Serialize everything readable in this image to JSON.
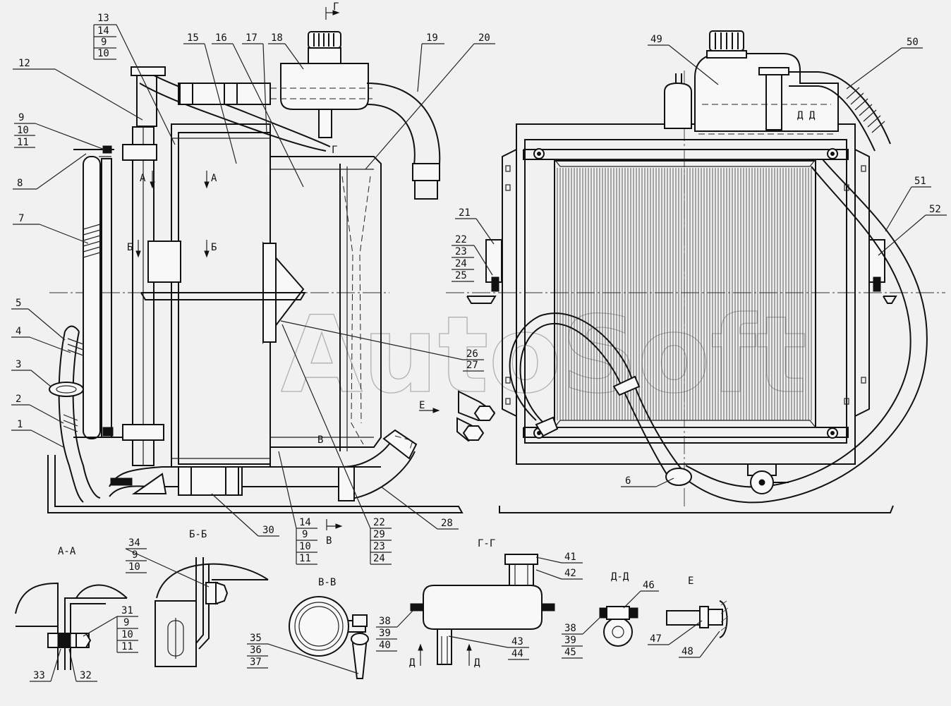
{
  "watermark": "AutoSoft",
  "sections": {
    "g_top": "Г",
    "g_right": "Г",
    "a": "А",
    "b": "Б",
    "v": "В",
    "e": "Е",
    "d": "Д",
    "dd": "Д-Д",
    "d_mark": "Д Д",
    "aa": "А-А",
    "bb": "Б-Б",
    "vv": "В-В",
    "gg": "Г-Г"
  },
  "callouts": [
    {
      "id": "p13",
      "lines": [
        "13",
        "14",
        "9",
        "10"
      ]
    },
    {
      "id": "p12",
      "lines": [
        "12"
      ]
    },
    {
      "id": "p9",
      "lines": [
        "9",
        "10",
        "11"
      ]
    },
    {
      "id": "p8",
      "lines": [
        "8"
      ]
    },
    {
      "id": "p7",
      "lines": [
        "7"
      ]
    },
    {
      "id": "p5",
      "lines": [
        "5"
      ]
    },
    {
      "id": "p4",
      "lines": [
        "4"
      ]
    },
    {
      "id": "p3",
      "lines": [
        "3"
      ]
    },
    {
      "id": "p2",
      "lines": [
        "2"
      ]
    },
    {
      "id": "p1",
      "lines": [
        "1"
      ]
    },
    {
      "id": "p15",
      "lines": [
        "15"
      ]
    },
    {
      "id": "p16",
      "lines": [
        "16"
      ]
    },
    {
      "id": "p17",
      "lines": [
        "17"
      ]
    },
    {
      "id": "p18",
      "lines": [
        "18"
      ]
    },
    {
      "id": "p19",
      "lines": [
        "19"
      ]
    },
    {
      "id": "p20",
      "lines": [
        "20"
      ]
    },
    {
      "id": "p21",
      "lines": [
        "21"
      ]
    },
    {
      "id": "p22a",
      "lines": [
        "22",
        "23",
        "24",
        "25"
      ]
    },
    {
      "id": "p26",
      "lines": [
        "26",
        "27"
      ]
    },
    {
      "id": "p49",
      "lines": [
        "49"
      ]
    },
    {
      "id": "p50",
      "lines": [
        "50"
      ]
    },
    {
      "id": "p51",
      "lines": [
        "51"
      ]
    },
    {
      "id": "p52",
      "lines": [
        "52"
      ]
    },
    {
      "id": "p6",
      "lines": [
        "6"
      ]
    },
    {
      "id": "p30",
      "lines": [
        "30"
      ]
    },
    {
      "id": "p14",
      "lines": [
        "14",
        "9",
        "10",
        "11"
      ]
    },
    {
      "id": "p22b",
      "lines": [
        "22",
        "29",
        "23",
        "24"
      ]
    },
    {
      "id": "p28",
      "lines": [
        "28"
      ]
    },
    {
      "id": "p34",
      "lines": [
        "34",
        "9",
        "10"
      ]
    },
    {
      "id": "p31",
      "lines": [
        "31",
        "9",
        "10",
        "11"
      ]
    },
    {
      "id": "p33",
      "lines": [
        "33"
      ]
    },
    {
      "id": "p32",
      "lines": [
        "32"
      ]
    },
    {
      "id": "p35",
      "lines": [
        "35",
        "36",
        "37"
      ]
    },
    {
      "id": "p38a",
      "lines": [
        "38",
        "39",
        "40"
      ]
    },
    {
      "id": "p41",
      "lines": [
        "41"
      ]
    },
    {
      "id": "p42",
      "lines": [
        "42"
      ]
    },
    {
      "id": "p43",
      "lines": [
        "43",
        "44"
      ]
    },
    {
      "id": "p46",
      "lines": [
        "46"
      ]
    },
    {
      "id": "p38b",
      "lines": [
        "38",
        "39",
        "45"
      ]
    },
    {
      "id": "p47",
      "lines": [
        "47"
      ]
    },
    {
      "id": "p48",
      "lines": [
        "48"
      ]
    }
  ]
}
